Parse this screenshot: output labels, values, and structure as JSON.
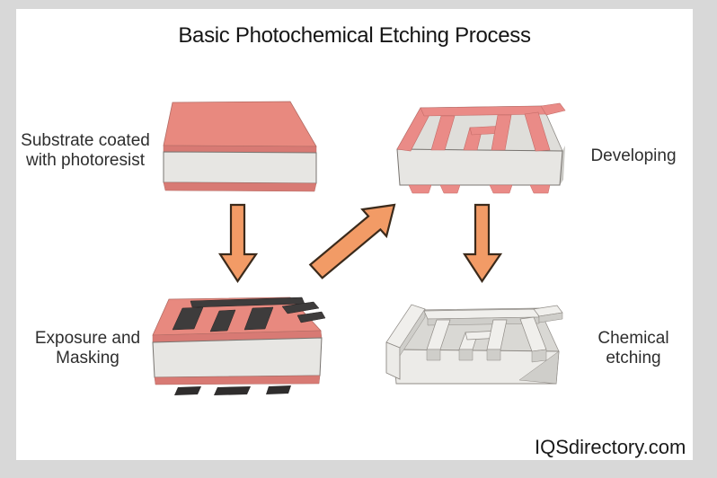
{
  "title": "Basic Photochemical Etching Process",
  "watermark": "IQSdirectory.com",
  "stages": {
    "substrate": {
      "label_line1": "Substrate coated",
      "label_line2": "with photoresist"
    },
    "developing": {
      "label": "Developing"
    },
    "exposure": {
      "label_line1": "Exposure and",
      "label_line2": "Masking"
    },
    "etching": {
      "label_line1": "Chemical",
      "label_line2": "etching"
    }
  },
  "arrows": [
    {
      "id": "substrate-to-exposure",
      "direction": "down"
    },
    {
      "id": "exposure-to-developing",
      "direction": "up-right"
    },
    {
      "id": "developing-to-etching",
      "direction": "down"
    }
  ],
  "colors": {
    "page_border": "#d8d8d8",
    "canvas": "#ffffff",
    "photoresist_pink": "#e8897f",
    "photoresist_edge": "#d87a74",
    "resist_stripe_pink": "#ea8b87",
    "substrate_gray": "#e7e6e3",
    "mask_dark": "#3e3c3c",
    "etch_face": "#ecebe8",
    "arrow_fill": "#f29b66",
    "arrow_outline": "#3b2a1b",
    "text": "#2e2e2e"
  }
}
